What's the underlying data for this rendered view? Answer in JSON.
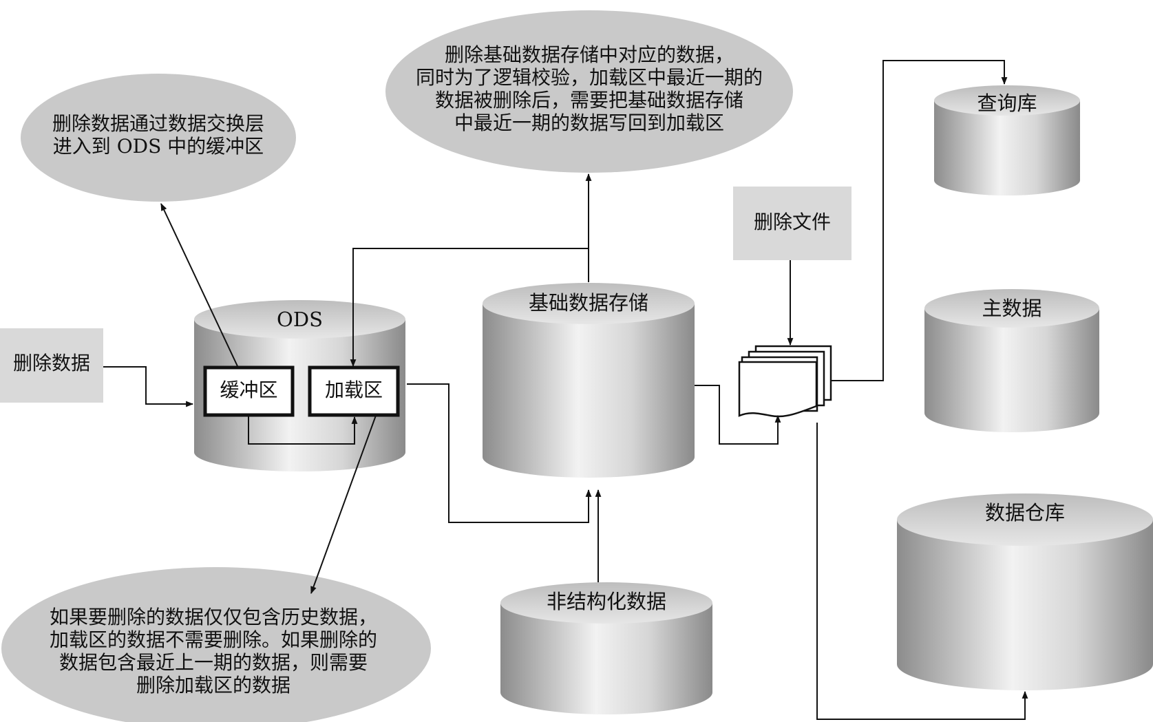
{
  "notes": {
    "buffer_note": [
      "删除数据通过数据交换层",
      "进入到 ODS 中的缓冲区"
    ],
    "base_store_note": [
      "删除基础数据存储中对应的数据，",
      "同时为了逻辑校验，加载区中最近一期的",
      "数据被删除后，需要把基础数据存储",
      "中最近一期的数据写回到加载区"
    ],
    "load_area_note": [
      "如果要删除的数据仅仅包含历史数据，",
      "加载区的数据不需要删除。如果删除的",
      "数据包含最近上一期的数据，则需要",
      "删除加载区的数据"
    ]
  },
  "sources": {
    "delete_data": "删除数据",
    "delete_file": "删除文件"
  },
  "ods": {
    "title": "ODS",
    "buffer_area": "缓冲区",
    "load_area": "加载区"
  },
  "stores": {
    "base_store": "基础数据存储",
    "unstructured": "非结构化数据",
    "query_db": "查询库",
    "master_data": "主数据",
    "data_warehouse": "数据仓库"
  },
  "colors": {
    "ellipse_fill": "#c9c9c9",
    "box_fill": "#d9d9d9",
    "cylinder_dark": "#8a8a8a",
    "cylinder_light": "#f4f4f4",
    "line": "#111111"
  }
}
